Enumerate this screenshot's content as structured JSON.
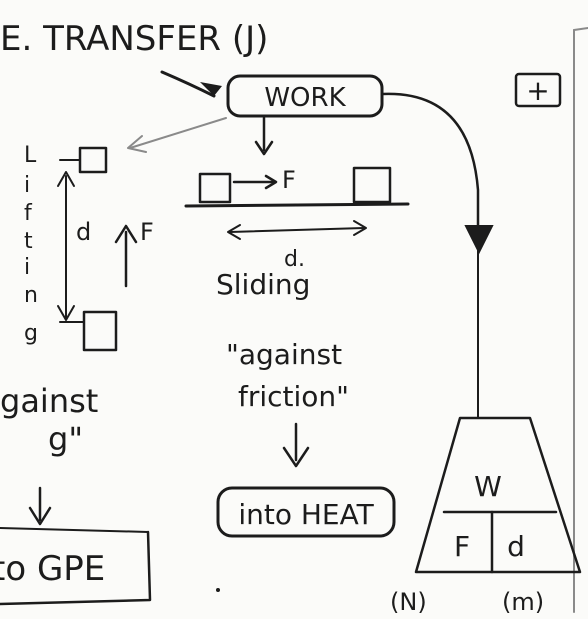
{
  "header": {
    "title": "E. TRANSFER (J)"
  },
  "central": {
    "label": "WORK"
  },
  "corner_button": {
    "label": "+"
  },
  "lifting": {
    "vertical_label": [
      "L",
      "i",
      "f",
      "t",
      "i",
      "n",
      "g"
    ],
    "d_label": "d",
    "force_label": "F",
    "against_line1": "gainst",
    "against_line2": "g\"",
    "result": "to GPE"
  },
  "sliding": {
    "force_label": "F",
    "distance_label": "d.",
    "label": "Sliding",
    "against_line1": "\"against",
    "against_line2": "friction\"",
    "result": "into HEAT"
  },
  "triangle": {
    "top": "W",
    "bottom_left": "F",
    "bottom_right": "d",
    "unit_left": "(N)",
    "unit_right": "(m)"
  },
  "colors": {
    "ink": "#1c1c1c",
    "faint_ink": "#8a8a8a",
    "paper": "#fbfbf9",
    "frame": "#b5b5b5"
  }
}
